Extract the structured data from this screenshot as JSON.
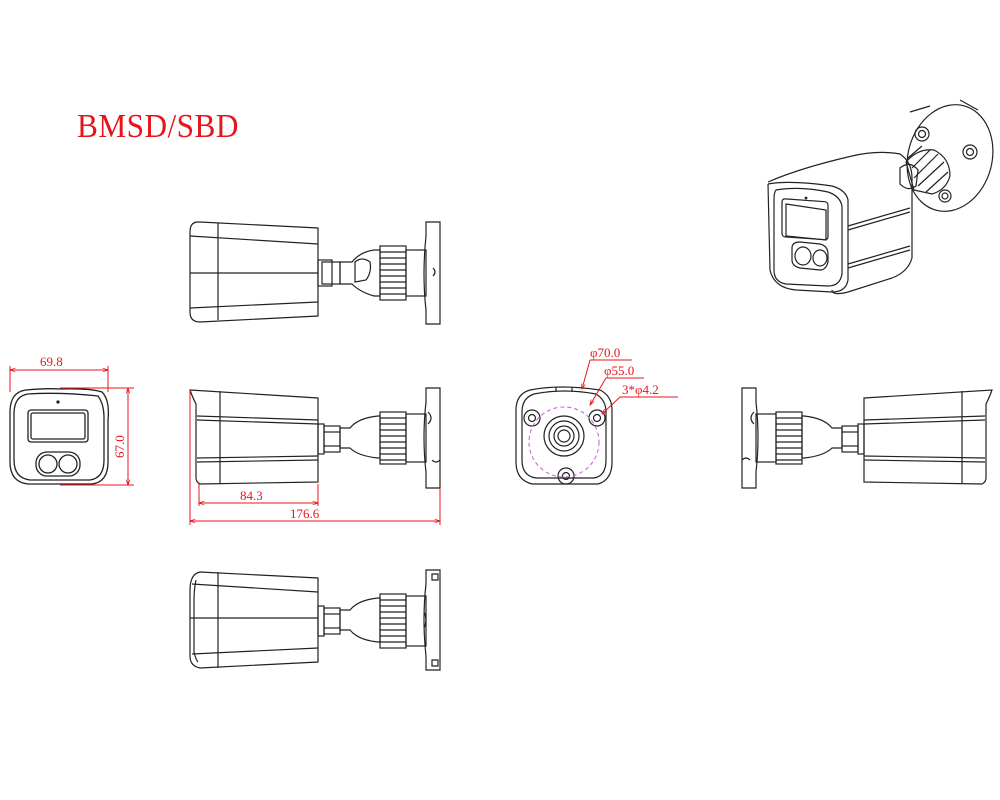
{
  "title": "BMSD/SBD",
  "colors": {
    "line": "#222222",
    "dimension": "#e8141c",
    "mount_circle": "#c85ad6"
  },
  "views": {
    "top": {
      "label": "top-view"
    },
    "front": {
      "label": "front-view",
      "width_dim": "69.8",
      "height_dim": "67.0"
    },
    "side": {
      "label": "side-view",
      "body_length_dim": "84.3",
      "total_length_dim": "176.6"
    },
    "mount_base": {
      "label": "mount-base-view",
      "outer_diameter": "φ70.0",
      "bolt_circle_diameter": "φ55.0",
      "holes": "3*φ4.2"
    },
    "rear_side": {
      "label": "mirrored-side-view"
    },
    "bottom": {
      "label": "bottom-view"
    },
    "isometric": {
      "label": "isometric-view"
    }
  }
}
